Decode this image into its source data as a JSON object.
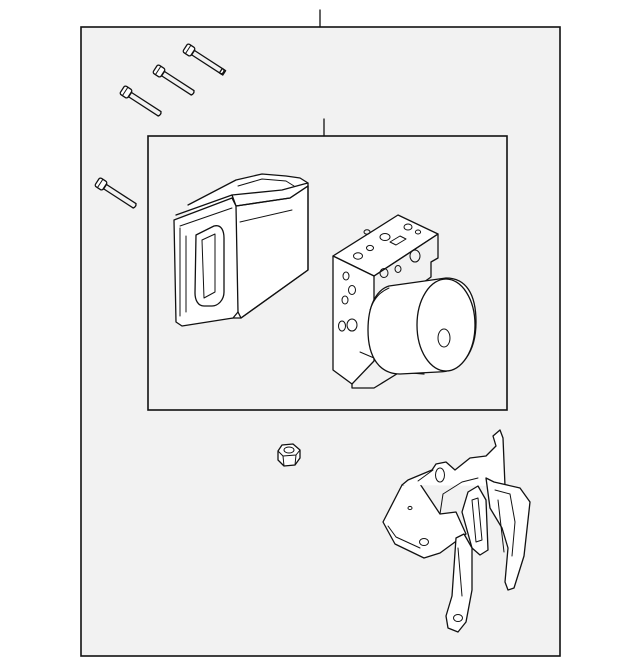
{
  "diagram": {
    "colors": {
      "line": "#111111",
      "panel": "#f2f2f2",
      "background": "#ffffff"
    },
    "parts": [
      {
        "id": "abs-assembly",
        "kind": "assembly"
      },
      {
        "id": "modulator-subassembly",
        "kind": "sub-assembly"
      },
      {
        "id": "control-module",
        "kind": "electronic-control-unit"
      },
      {
        "id": "hydraulic-unit",
        "kind": "hydraulic-modulator"
      },
      {
        "id": "bolt",
        "kind": "fastener",
        "count": 4
      },
      {
        "id": "nut",
        "kind": "fastener",
        "count": 1
      },
      {
        "id": "mounting-bracket",
        "kind": "bracket"
      }
    ]
  }
}
